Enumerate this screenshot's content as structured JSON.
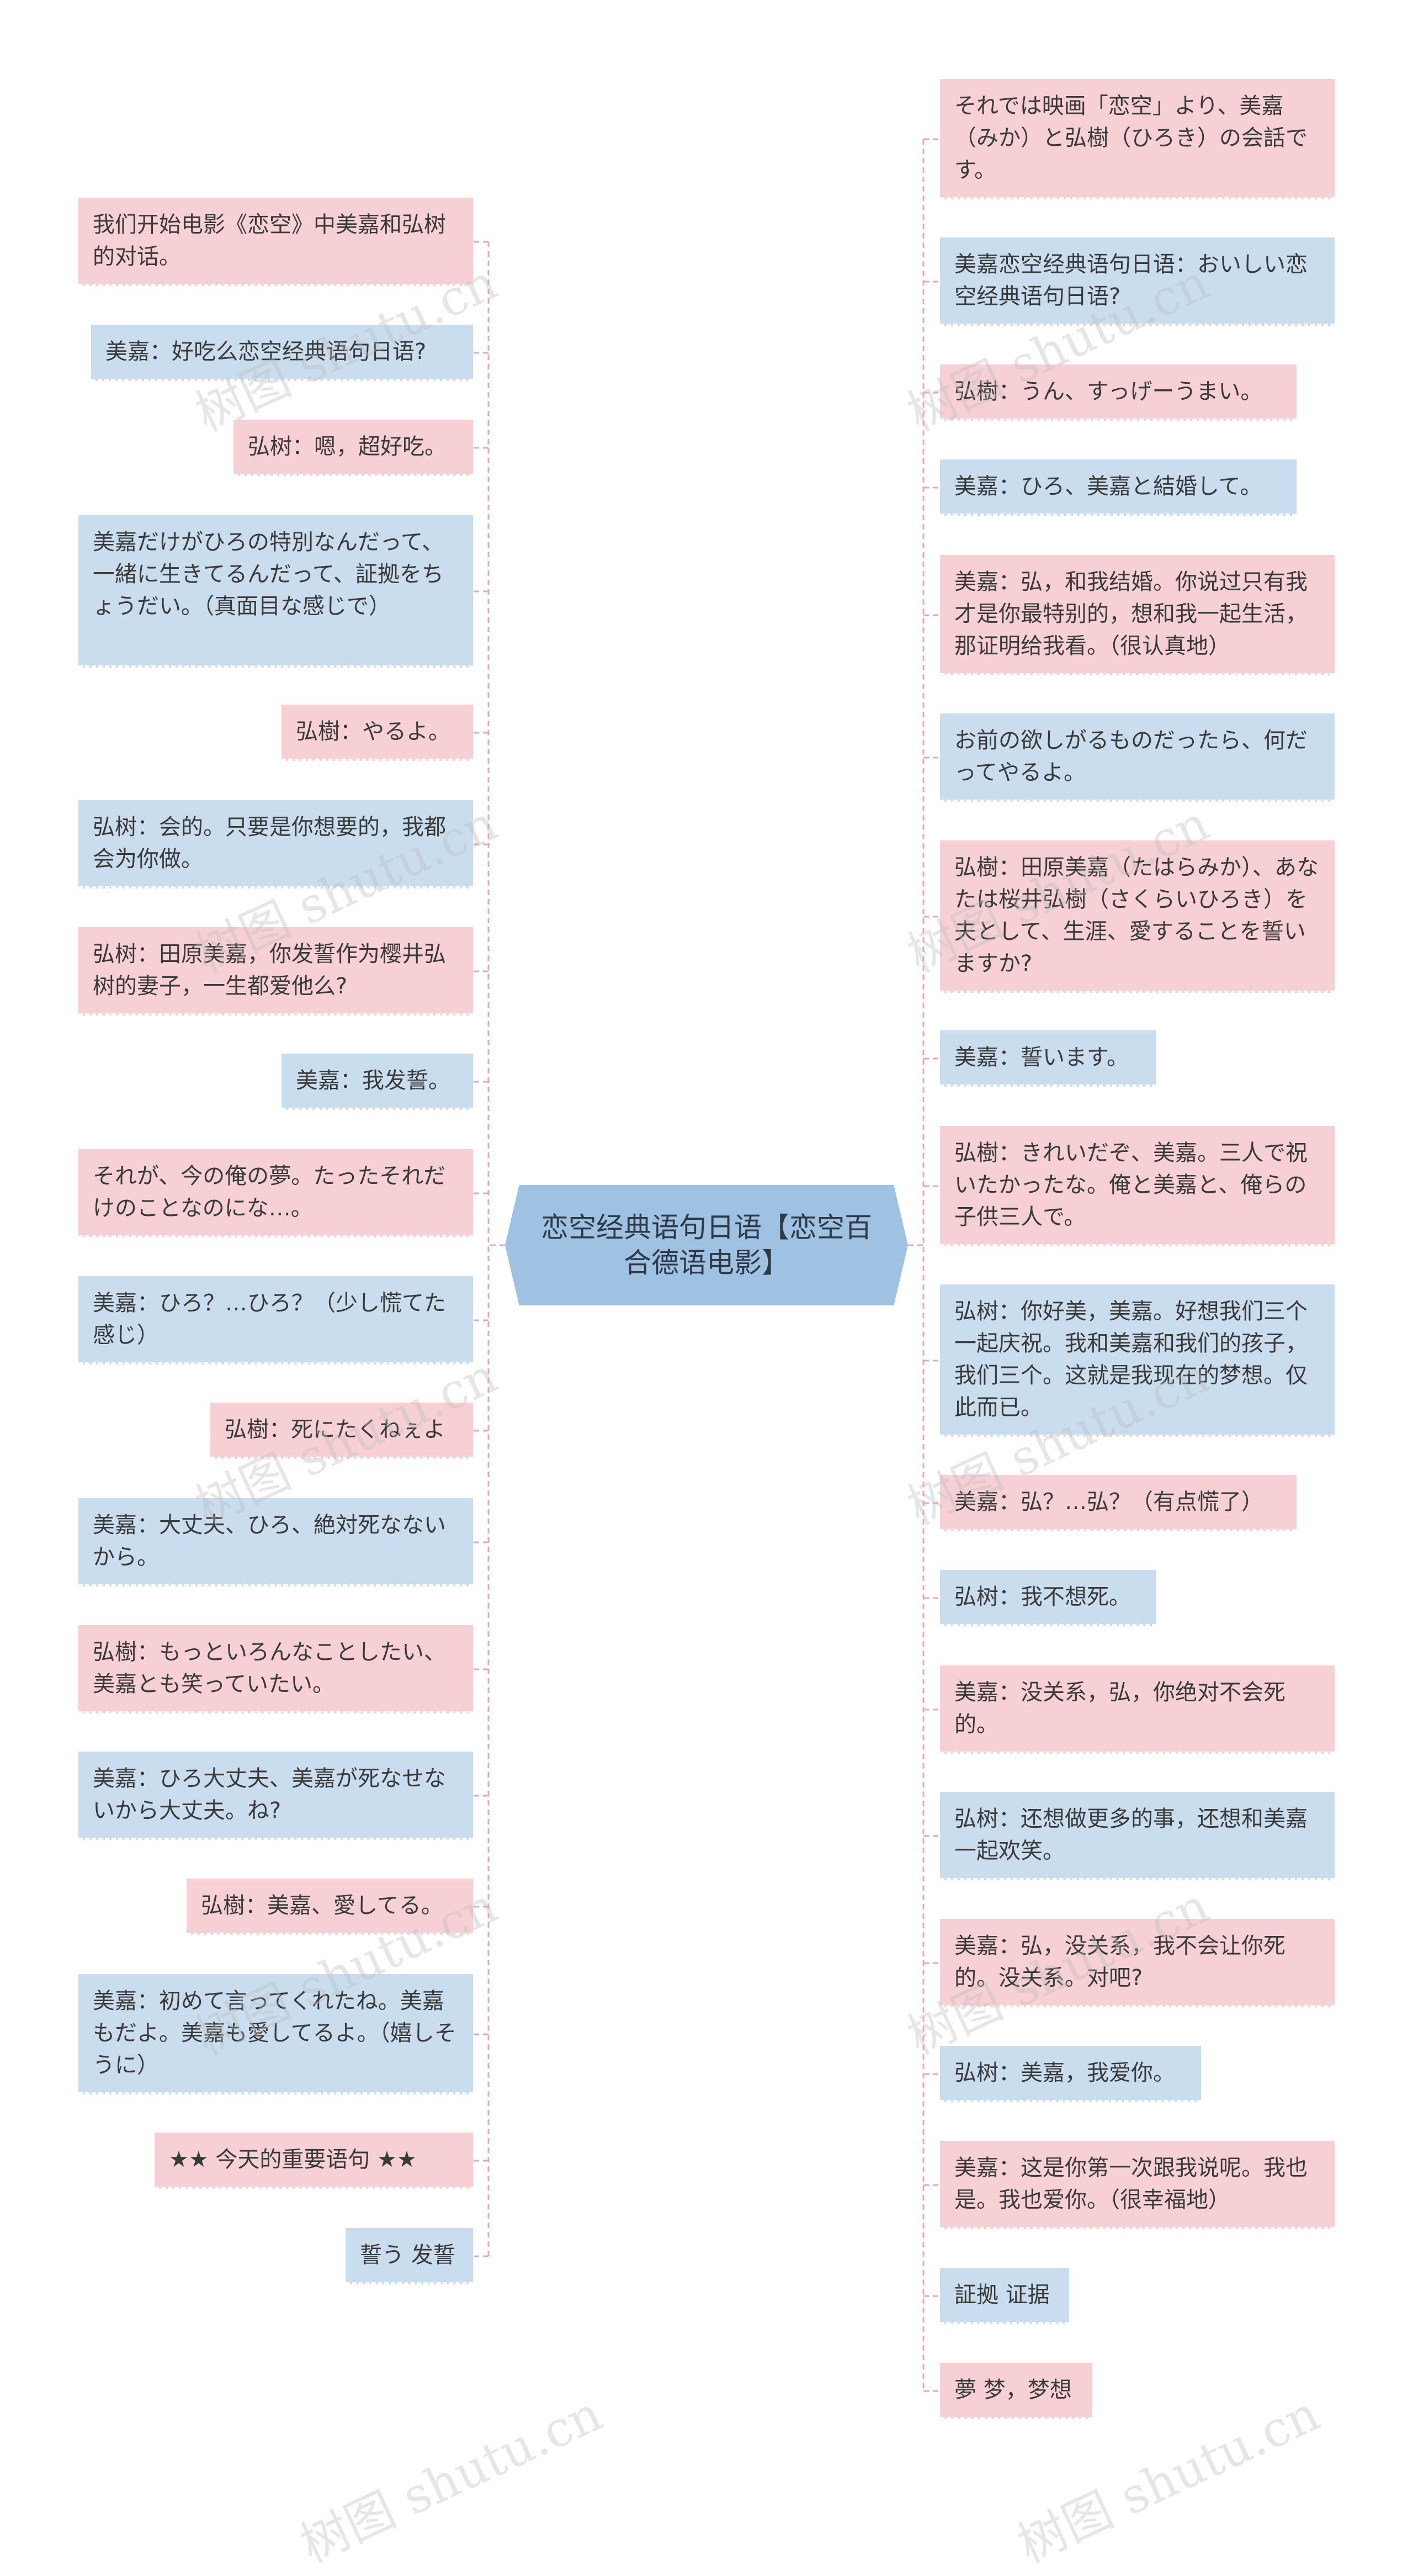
{
  "center": {
    "text": "恋空经典语句日语【恋空百合德语电影】"
  },
  "watermark": "树图 shutu.cn",
  "colors": {
    "pink": "#f6d0d4",
    "blue": "#c9ddef",
    "center": "#9fc1e2",
    "line": "#e8a9b4"
  },
  "left_nodes": [
    {
      "text": "我们开始电影《恋空》中美嘉和弘树的对话。",
      "color": "pink"
    },
    {
      "text": "美嘉：好吃么恋空经典语句日语?",
      "color": "blue"
    },
    {
      "text": "弘树：嗯，超好吃。",
      "color": "pink"
    },
    {
      "text": "美嘉だけがひろの特別なんだって、一緒に生きてるんだって、証拠をちょうだい。（真面目な感じで）",
      "color": "blue"
    },
    {
      "text": "弘樹：やるよ。",
      "color": "pink"
    },
    {
      "text": "弘树：会的。只要是你想要的，我都会为你做。",
      "color": "blue"
    },
    {
      "text": "弘树：田原美嘉，你发誓作为樱井弘树的妻子，一生都爱他么?",
      "color": "pink"
    },
    {
      "text": "美嘉：我发誓。",
      "color": "blue"
    },
    {
      "text": "それが、今の俺の夢。たったそれだけのことなのにな…。",
      "color": "pink"
    },
    {
      "text": "美嘉：ひろ？…ひろ？（少し慌てた感じ）",
      "color": "blue"
    },
    {
      "text": "弘樹：死にたくねぇよ",
      "color": "pink"
    },
    {
      "text": "美嘉：大丈夫、ひろ、絶対死なないから。",
      "color": "blue"
    },
    {
      "text": "弘樹：もっといろんなことしたい、美嘉とも笑っていたい。",
      "color": "pink"
    },
    {
      "text": "美嘉：ひろ大丈夫、美嘉が死なせないから大丈夫。ね?",
      "color": "blue"
    },
    {
      "text": "弘樹：美嘉、愛してる。",
      "color": "pink"
    },
    {
      "text": "美嘉：初めて言ってくれたね。美嘉もだよ。美嘉も愛してるよ。（嬉しそうに）",
      "color": "blue"
    },
    {
      "text": "★★ 今天的重要语句 ★★",
      "color": "pink"
    },
    {
      "text": "誓う 发誓",
      "color": "blue"
    }
  ],
  "right_nodes": [
    {
      "text": "それでは映画「恋空」より、美嘉（みか）と弘樹（ひろき）の会話です。",
      "color": "pink"
    },
    {
      "text": "美嘉恋空经典语句日语：おいしい恋空经典语句日语?",
      "color": "blue"
    },
    {
      "text": "弘樹：うん、すっげーうまい。",
      "color": "pink"
    },
    {
      "text": "美嘉：ひろ、美嘉と結婚して。",
      "color": "blue"
    },
    {
      "text": "美嘉：弘，和我结婚。你说过只有我才是你最特别的，想和我一起生活，那证明给我看。（很认真地）",
      "color": "pink"
    },
    {
      "text": "お前の欲しがるものだったら、何だってやるよ。",
      "color": "blue"
    },
    {
      "text": "弘樹：田原美嘉（たはらみか）、あなたは桜井弘樹（さくらいひろき）を夫として、生涯、愛することを誓いますか?",
      "color": "pink"
    },
    {
      "text": "美嘉：誓います。",
      "color": "blue"
    },
    {
      "text": "弘樹：きれいだぞ、美嘉。三人で祝いたかったな。俺と美嘉と、俺らの子供三人で。",
      "color": "pink"
    },
    {
      "text": "弘树：你好美，美嘉。好想我们三个一起庆祝。我和美嘉和我们的孩子，我们三个。这就是我现在的梦想。仅此而已。",
      "color": "blue"
    },
    {
      "text": "美嘉：弘？…弘？（有点慌了）",
      "color": "pink"
    },
    {
      "text": "弘树：我不想死。",
      "color": "blue"
    },
    {
      "text": "美嘉：没关系，弘，你绝对不会死的。",
      "color": "pink"
    },
    {
      "text": "弘树：还想做更多的事，还想和美嘉一起欢笑。",
      "color": "blue"
    },
    {
      "text": "美嘉：弘，没关系，我不会让你死的。没关系。对吧?",
      "color": "pink"
    },
    {
      "text": "弘树：美嘉，我爱你。",
      "color": "blue"
    },
    {
      "text": "美嘉：这是你第一次跟我说呢。我也是。我也爱你。（很幸福地）",
      "color": "pink"
    },
    {
      "text": "証拠 证据",
      "color": "blue"
    },
    {
      "text": "夢 梦，梦想",
      "color": "pink"
    }
  ]
}
